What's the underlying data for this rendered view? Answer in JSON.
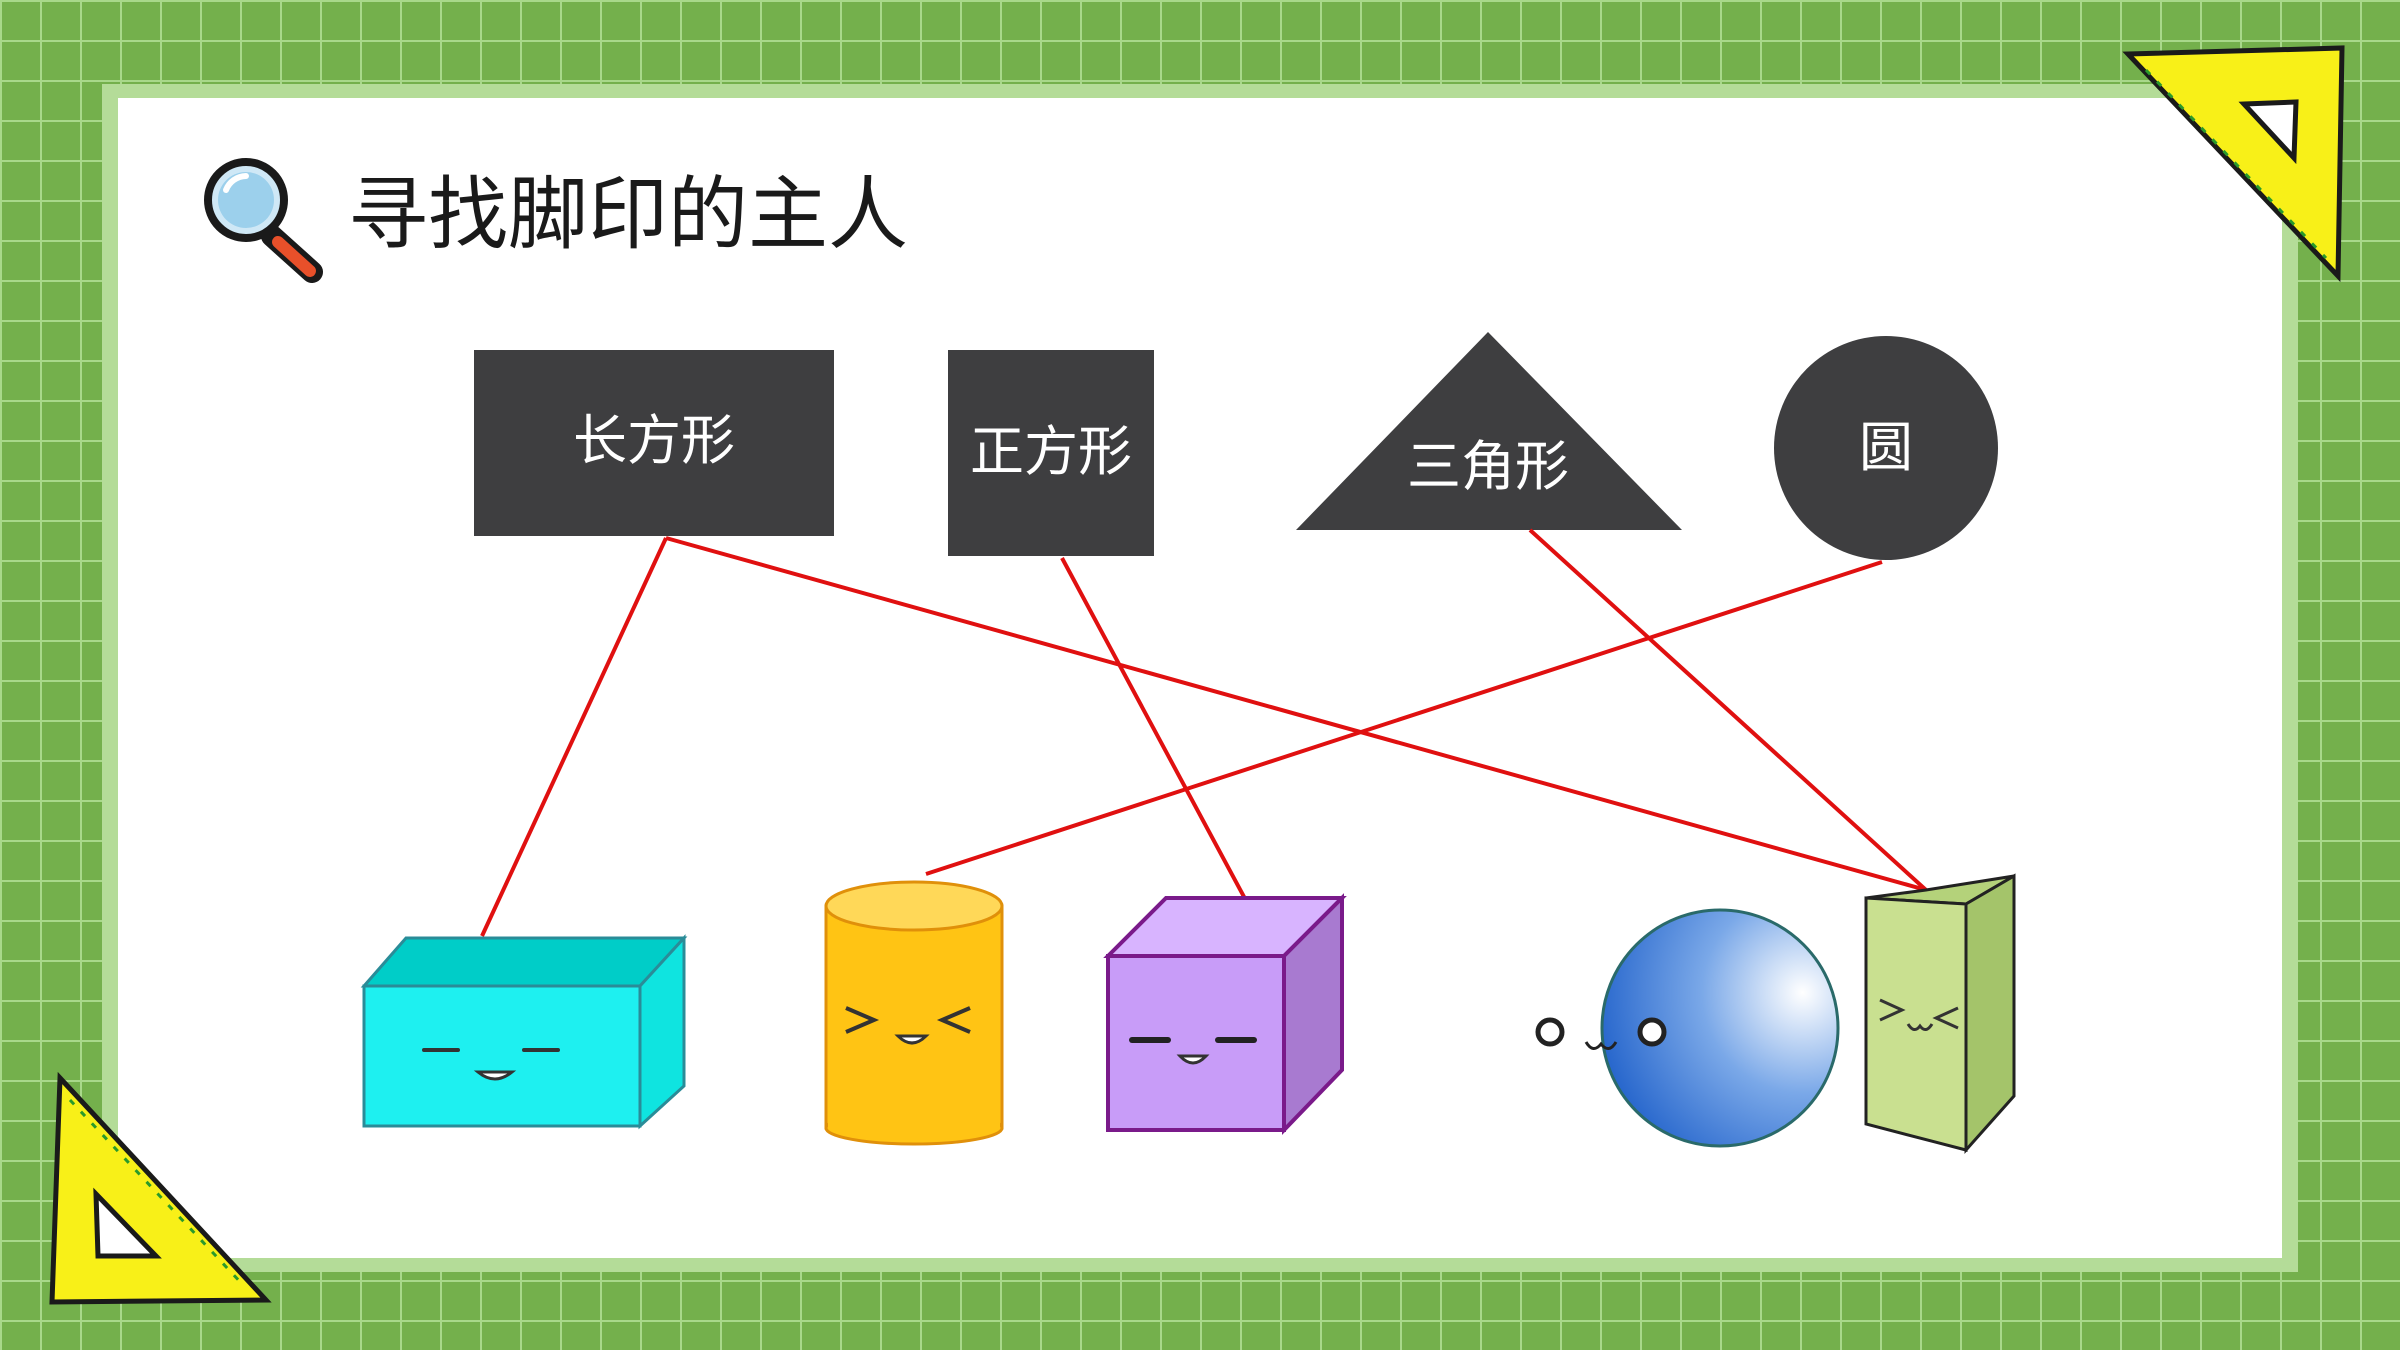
{
  "slide": {
    "title": "寻找脚印的主人",
    "footprints": [
      {
        "id": "rect",
        "label": "长方形"
      },
      {
        "id": "square",
        "label": "正方形"
      },
      {
        "id": "triangle",
        "label": "三角形"
      },
      {
        "id": "circle",
        "label": "圆"
      }
    ],
    "solids": [
      {
        "id": "cuboid"
      },
      {
        "id": "cylinder"
      },
      {
        "id": "cube"
      },
      {
        "id": "sphere"
      },
      {
        "id": "prism"
      }
    ],
    "connections": [
      {
        "from": "rect",
        "to": "cuboid"
      },
      {
        "from": "rect",
        "to": "prism"
      },
      {
        "from": "square",
        "to": "cube"
      },
      {
        "from": "triangle",
        "to": "prism"
      },
      {
        "from": "circle",
        "to": "cylinder"
      }
    ]
  },
  "colors": {
    "frame_green": "#74b04c",
    "grid_line": "#a8d88a",
    "inner_border": "#b4dc98",
    "panel": "#ffffff",
    "footprint_fill": "#3e3e40",
    "link_line": "#e01010",
    "cuboid": "#1ef0f0",
    "cylinder": "#ffc414",
    "cube": "#c89cf8",
    "sphere": "#4a8ae0",
    "prism": "#c9e090",
    "ruler_yellow": "#f8f018"
  },
  "icons": [
    "magnifier-icon",
    "set-square-icon"
  ]
}
